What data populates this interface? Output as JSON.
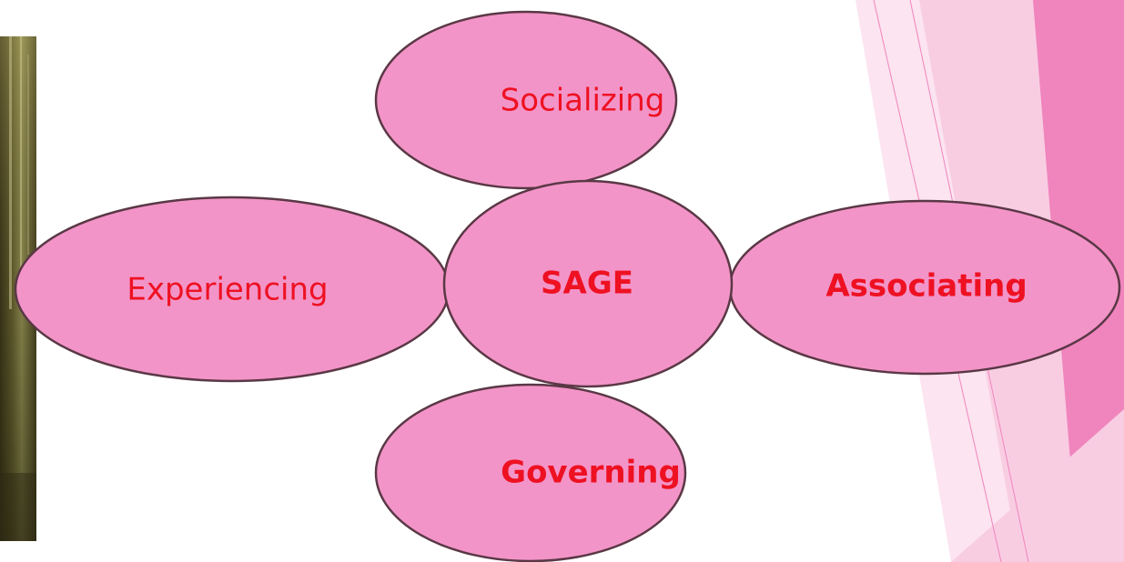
{
  "theme": {
    "node_fill": "#f394c8",
    "node_stroke": "#5a3845",
    "label_color": "#ee1122",
    "accent_pink": "#f084bd",
    "accent_light": "#f8cde2",
    "accent_pale": "#fce4f0"
  },
  "diagram": {
    "center": {
      "label": "SAGE",
      "bold": true
    },
    "nodes": [
      {
        "id": "top",
        "label": "Socializing",
        "bold": false
      },
      {
        "id": "left",
        "label": "Experiencing",
        "bold": false
      },
      {
        "id": "right",
        "label": "Associating",
        "bold": true
      },
      {
        "id": "bottom",
        "label": "Governing",
        "bold": true
      }
    ]
  },
  "background_photo": {
    "icon": "photo-strip"
  }
}
